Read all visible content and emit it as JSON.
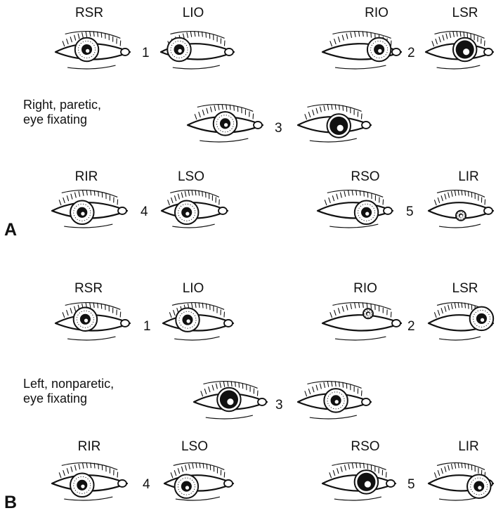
{
  "figure": {
    "panels": [
      {
        "panel_label": "A",
        "description": "Right, paretic,\neye fixating",
        "groups": [
          {
            "number": "1",
            "labels": [
              "RSR",
              "LIO"
            ],
            "gaze": "up-right",
            "deviated_eye": "none"
          },
          {
            "number": "2",
            "labels": [
              "RIO",
              "LSR"
            ],
            "gaze": "up-left",
            "deviated_eye": "left"
          },
          {
            "number": "3",
            "labels": [],
            "gaze": "primary",
            "deviated_eye": "left"
          },
          {
            "number": "4",
            "labels": [
              "RIR",
              "LSO"
            ],
            "gaze": "down-right",
            "deviated_eye": "none"
          },
          {
            "number": "5",
            "labels": [
              "RSO",
              "LIR"
            ],
            "gaze": "down-left",
            "deviated_eye": "left"
          }
        ]
      },
      {
        "panel_label": "B",
        "description": "Left, nonparetic,\neye fixating",
        "groups": [
          {
            "number": "1",
            "labels": [
              "RSR",
              "LIO"
            ],
            "gaze": "up-right",
            "deviated_eye": "none"
          },
          {
            "number": "2",
            "labels": [
              "RIO",
              "LSR"
            ],
            "gaze": "up-left",
            "deviated_eye": "right"
          },
          {
            "number": "3",
            "labels": [],
            "gaze": "primary",
            "deviated_eye": "right"
          },
          {
            "number": "4",
            "labels": [
              "RIR",
              "LSO"
            ],
            "gaze": "down-right",
            "deviated_eye": "none"
          },
          {
            "number": "5",
            "labels": [
              "RSO",
              "LIR"
            ],
            "gaze": "down-left",
            "deviated_eye": "right"
          }
        ]
      }
    ]
  }
}
